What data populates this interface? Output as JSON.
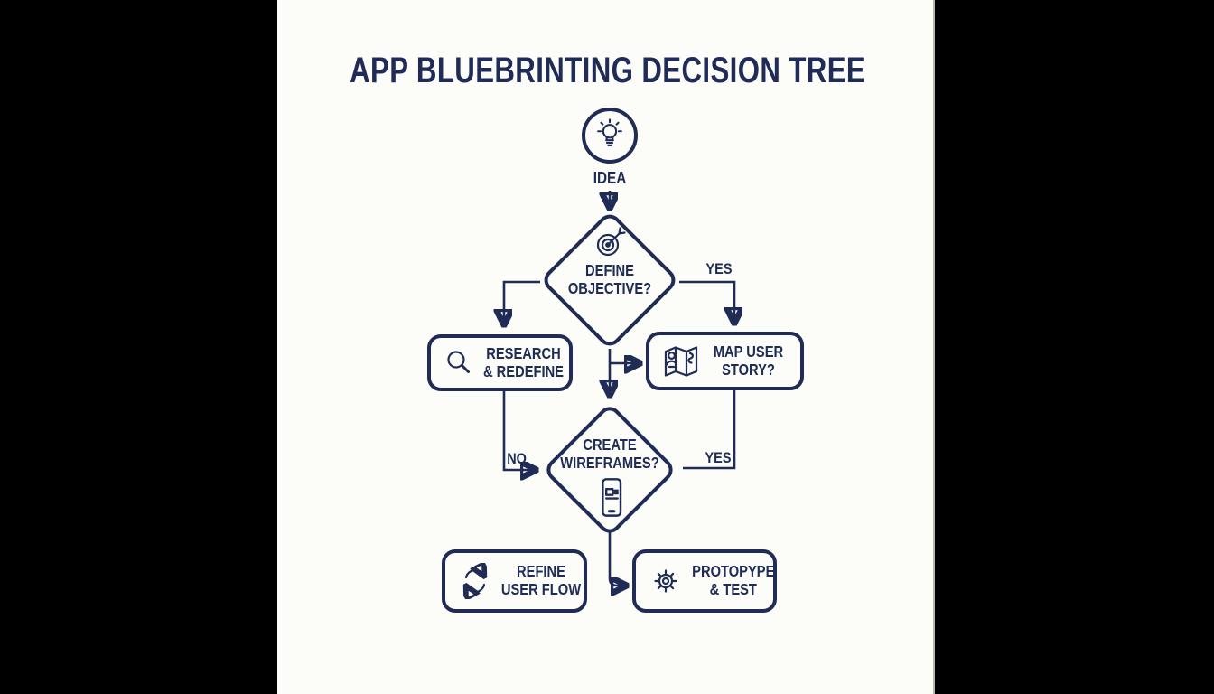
{
  "title": "APP BLUEBRINTING DECISION TREE",
  "colors": {
    "ink": "#202c55",
    "background": "#fcfcf9",
    "matte": "#000000"
  },
  "nodes": {
    "idea": {
      "label": "IDEA",
      "icon": "lightbulb-icon"
    },
    "define_objective": {
      "line1": "DEFINE",
      "line2": "OBJECTIVE?",
      "icon": "target-icon"
    },
    "research_redefine": {
      "line1": "RESEARCH",
      "line2": "& REDEFINE",
      "icon": "magnifier-icon"
    },
    "map_user_story": {
      "line1": "MAP USER",
      "line2": "STORY?",
      "icon": "map-person-icon"
    },
    "create_wireframes": {
      "line1": "CREATE",
      "line2": "WIREFRAMES?",
      "icon": "phone-wireframe-icon"
    },
    "refine_user_flow": {
      "line1": "REFINE",
      "line2": "USER FLOW",
      "icon": "refresh-icon"
    },
    "prototype_test": {
      "line1": "PROTOPYPE",
      "line2": "& TEST",
      "icon": "gear-icon"
    }
  },
  "edges": {
    "define_to_map_label": "YES",
    "research_to_wireframes_label": "NO",
    "map_to_wireframes_label": "YES"
  }
}
